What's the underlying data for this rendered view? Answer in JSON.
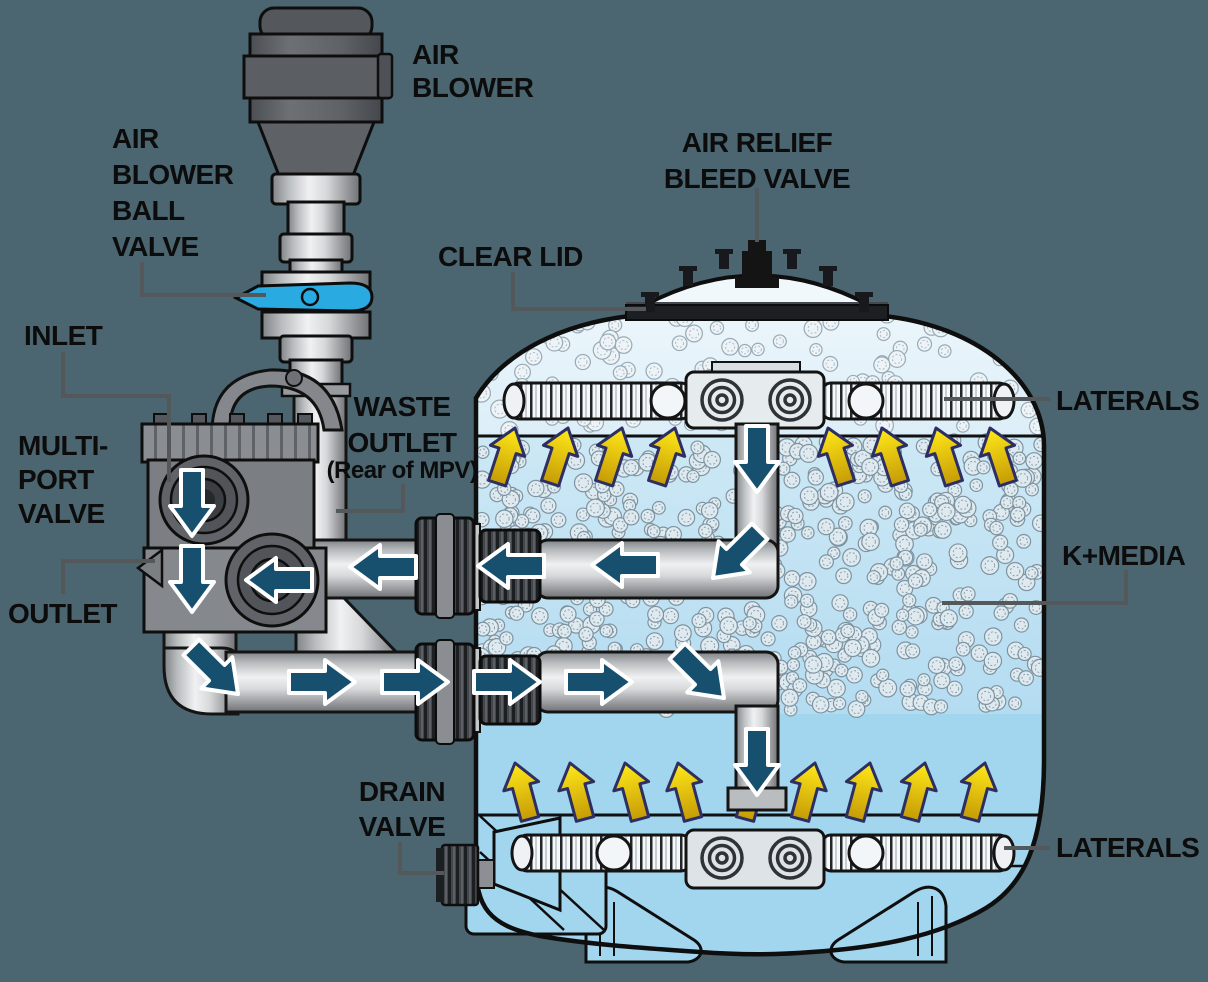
{
  "labels": {
    "air_blower": [
      "AIR",
      "BLOWER"
    ],
    "air_blower_ball_valve": [
      "AIR",
      "BLOWER",
      "BALL",
      "VALVE"
    ],
    "air_relief_bleed_valve": [
      "AIR RELIEF",
      "BLEED VALVE"
    ],
    "clear_lid": "CLEAR LID",
    "inlet": "INLET",
    "multi_port_valve": [
      "MULTI-",
      "PORT",
      "VALVE"
    ],
    "waste_outlet": [
      "WASTE",
      "OUTLET",
      "(Rear of MPV)"
    ],
    "outlet": "OUTLET",
    "drain_valve": [
      "DRAIN",
      "VALVE"
    ],
    "laterals_top": "LATERALS",
    "k_media": "K+MEDIA",
    "laterals_bottom": "LATERALS"
  },
  "colors": {
    "background": "#4b6670",
    "flow_arrow": "#16506e",
    "aeration_arrow": "#f6d000",
    "ball_valve_handle": "#29abe2",
    "water": "#a2d5ee",
    "leader_line": "#54585b",
    "label_text": "#0c0c0c"
  }
}
